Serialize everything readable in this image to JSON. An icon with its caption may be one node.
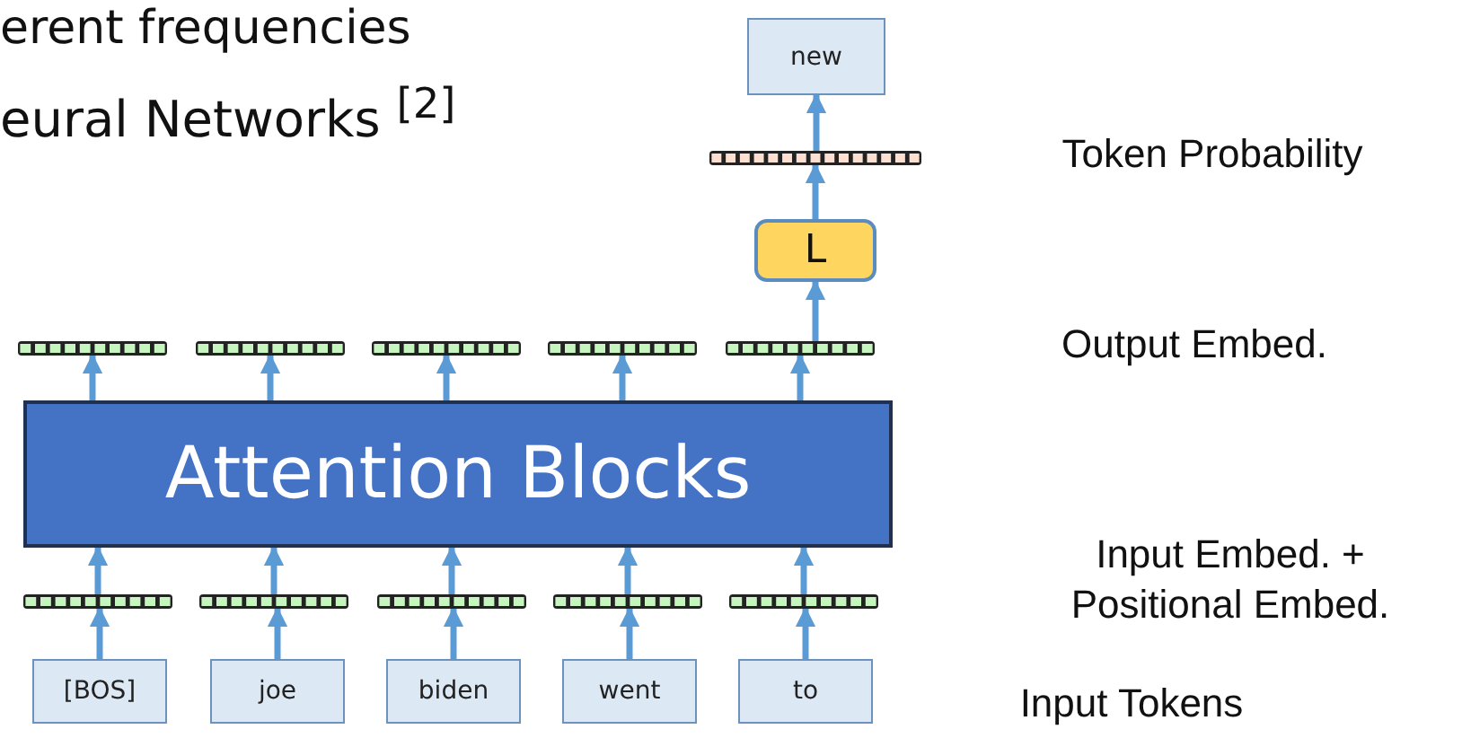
{
  "diagram": {
    "nodes": [
      {
        "text": [
          "[BOS]"
        ]
      },
      {
        "text": [
          "joe"
        ]
      },
      {
        "text": [
          "biden"
        ]
      },
      {
        "text": [
          "went"
        ]
      },
      {
        "text": [
          "to"
        ]
      },
      {
        "text": [],
        "shape": "bar"
      },
      {
        "text": [],
        "shape": "bar"
      },
      {
        "text": [],
        "shape": "bar"
      },
      {
        "text": [],
        "shape": "bar"
      },
      {
        "text": [],
        "shape": "bar"
      },
      {
        "text": [
          "Attention Blocks"
        ]
      },
      {
        "text": [],
        "shape": "bar"
      },
      {
        "text": [],
        "shape": "bar"
      },
      {
        "text": [],
        "shape": "bar"
      },
      {
        "text": [],
        "shape": "bar"
      },
      {
        "text": [],
        "shape": "bar"
      },
      {
        "text": [
          "L"
        ]
      },
      {
        "text": [],
        "shape": "bar"
      },
      {
        "text": [
          "new"
        ]
      }
    ],
    "edges": [
      {
        "from": 0,
        "to": 5,
        "arrow": "to"
      },
      {
        "from": 1,
        "to": 6,
        "arrow": "to"
      },
      {
        "from": 2,
        "to": 7,
        "arrow": "to"
      },
      {
        "from": 3,
        "to": 8,
        "arrow": "to"
      },
      {
        "from": 4,
        "to": 9,
        "arrow": "to"
      },
      {
        "from": 5,
        "to": 10,
        "arrow": "to"
      },
      {
        "from": 6,
        "to": 10,
        "arrow": "to"
      },
      {
        "from": 7,
        "to": 10,
        "arrow": "to"
      },
      {
        "from": 8,
        "to": 10,
        "arrow": "to"
      },
      {
        "from": 9,
        "to": 10,
        "arrow": "to"
      },
      {
        "from": 10,
        "to": 11,
        "arrow": "to"
      },
      {
        "from": 10,
        "to": 12,
        "arrow": "to"
      },
      {
        "from": 10,
        "to": 13,
        "arrow": "to"
      },
      {
        "from": 10,
        "to": 14,
        "arrow": "to"
      },
      {
        "from": 10,
        "to": 15,
        "arrow": "to"
      },
      {
        "from": 15,
        "to": 16,
        "arrow": "to"
      },
      {
        "from": 16,
        "to": 17,
        "arrow": "to"
      },
      {
        "from": 17,
        "to": 18,
        "arrow": "to"
      }
    ],
    "labels": [
      "erent frequencies",
      "eural Networks $^{[2]}$",
      "Token Probability",
      "Output Embed.",
      "Input Embed. + Positional Embed.",
      "Input Tokens"
    ]
  }
}
